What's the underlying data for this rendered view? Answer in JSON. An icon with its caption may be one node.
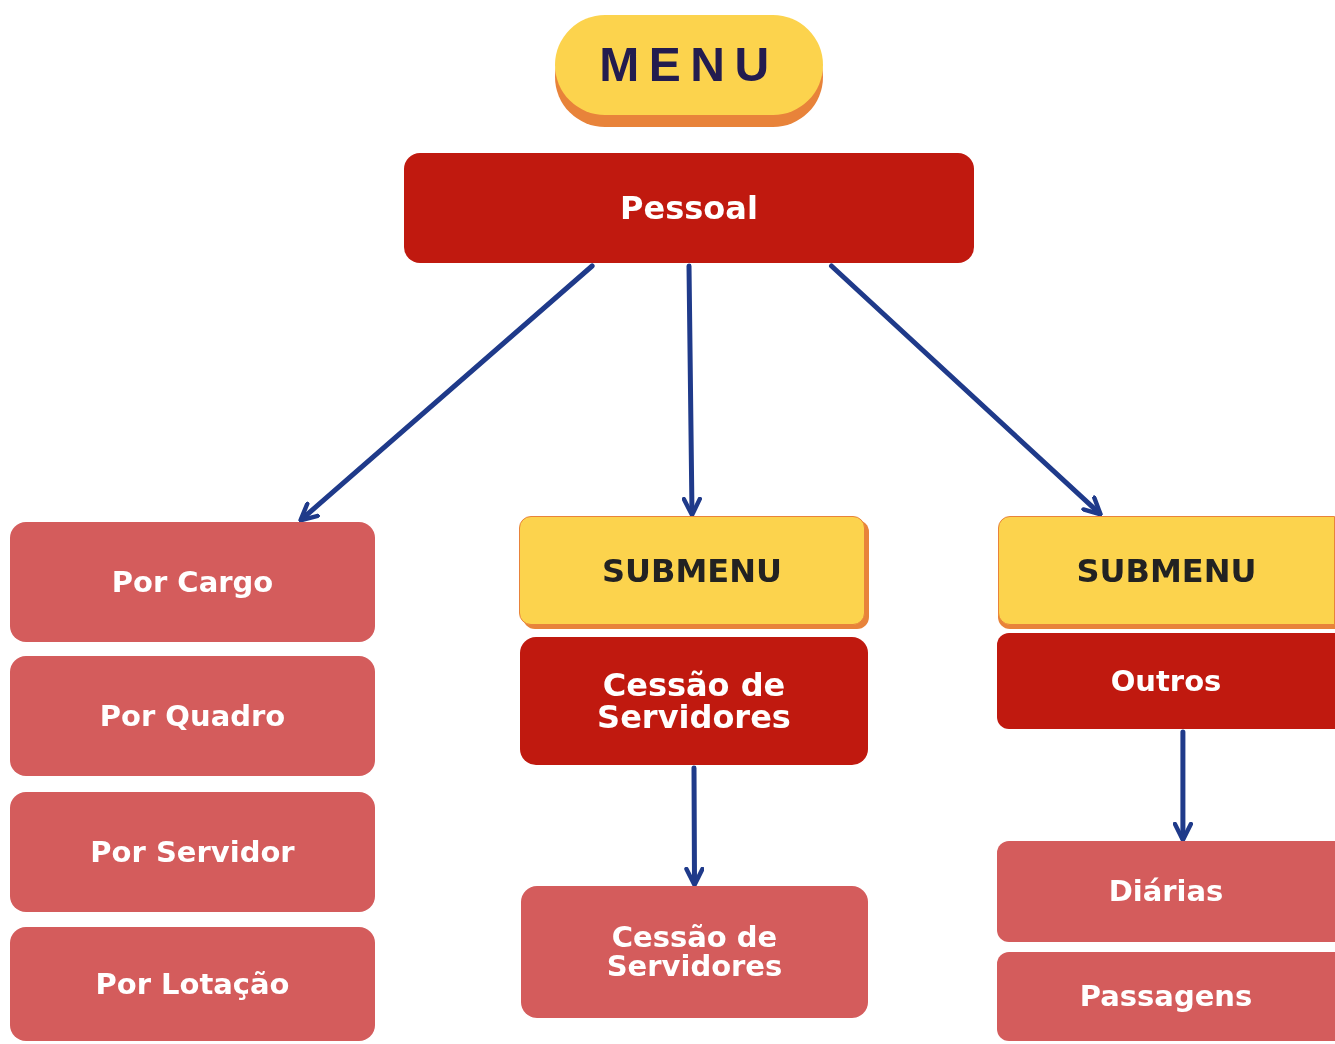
{
  "diagram": {
    "nodes": [
      {
        "text": [
          "MENU"
        ]
      },
      {
        "text": [
          "Pessoal"
        ]
      },
      {
        "text": [
          "Por Cargo"
        ]
      },
      {
        "text": [
          "Por Quadro"
        ]
      },
      {
        "text": [
          "Por Servidor"
        ]
      },
      {
        "text": [
          "Por Lotação"
        ]
      },
      {
        "text": [
          "SUBMENU"
        ]
      },
      {
        "text": [
          "Cessão de Servidores"
        ]
      },
      {
        "text": [
          "Cessão de Servidores"
        ]
      },
      {
        "text": [
          "SUBMENU"
        ]
      },
      {
        "text": [
          "Outros"
        ]
      },
      {
        "text": [
          "Diárias"
        ]
      },
      {
        "text": [
          "Passagens"
        ]
      }
    ],
    "edges": [
      {
        "from": 1,
        "to": 2,
        "arrow": "to"
      },
      {
        "from": 1,
        "to": 6,
        "arrow": "to"
      },
      {
        "from": 1,
        "to": 9,
        "arrow": "to"
      },
      {
        "from": 7,
        "to": 8,
        "arrow": "to"
      },
      {
        "from": 10,
        "to": 11,
        "arrow": "to"
      }
    ]
  }
}
